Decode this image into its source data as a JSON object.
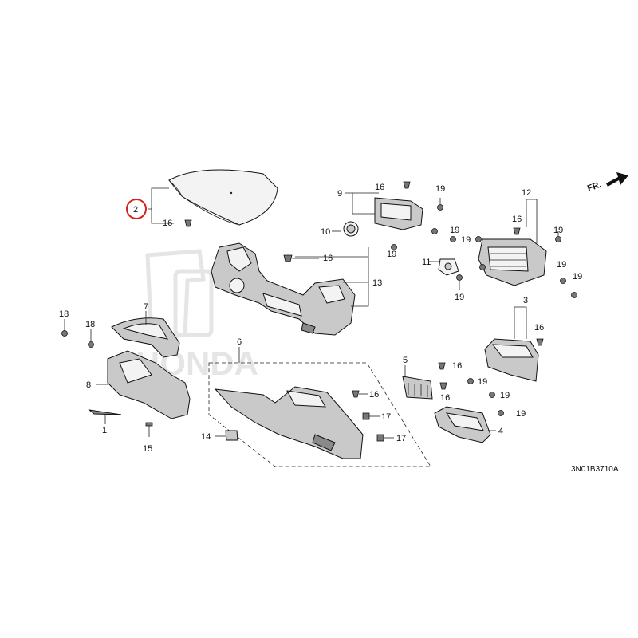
{
  "diagram": {
    "labels": [
      {
        "key": "1",
        "text": "1"
      },
      {
        "key": "2",
        "text": "2"
      },
      {
        "key": "3",
        "text": "3"
      },
      {
        "key": "4",
        "text": "4"
      },
      {
        "key": "5",
        "text": "5"
      },
      {
        "key": "6",
        "text": "6"
      },
      {
        "key": "7",
        "text": "7"
      },
      {
        "key": "8",
        "text": "8"
      },
      {
        "key": "9",
        "text": "9"
      },
      {
        "key": "10",
        "text": "10"
      },
      {
        "key": "11",
        "text": "11"
      },
      {
        "key": "12",
        "text": "12"
      },
      {
        "key": "13",
        "text": "13"
      },
      {
        "key": "14",
        "text": "14"
      },
      {
        "key": "15",
        "text": "15"
      },
      {
        "key": "16",
        "text": "16"
      },
      {
        "key": "17",
        "text": "17"
      },
      {
        "key": "18",
        "text": "18"
      },
      {
        "key": "19",
        "text": "19"
      }
    ],
    "highlighted_part": "2",
    "highlight_color": "#d62020",
    "watermark_brand": "HONDA",
    "direction_indicator": "FR.",
    "diagram_code": "3N01B3710A"
  }
}
